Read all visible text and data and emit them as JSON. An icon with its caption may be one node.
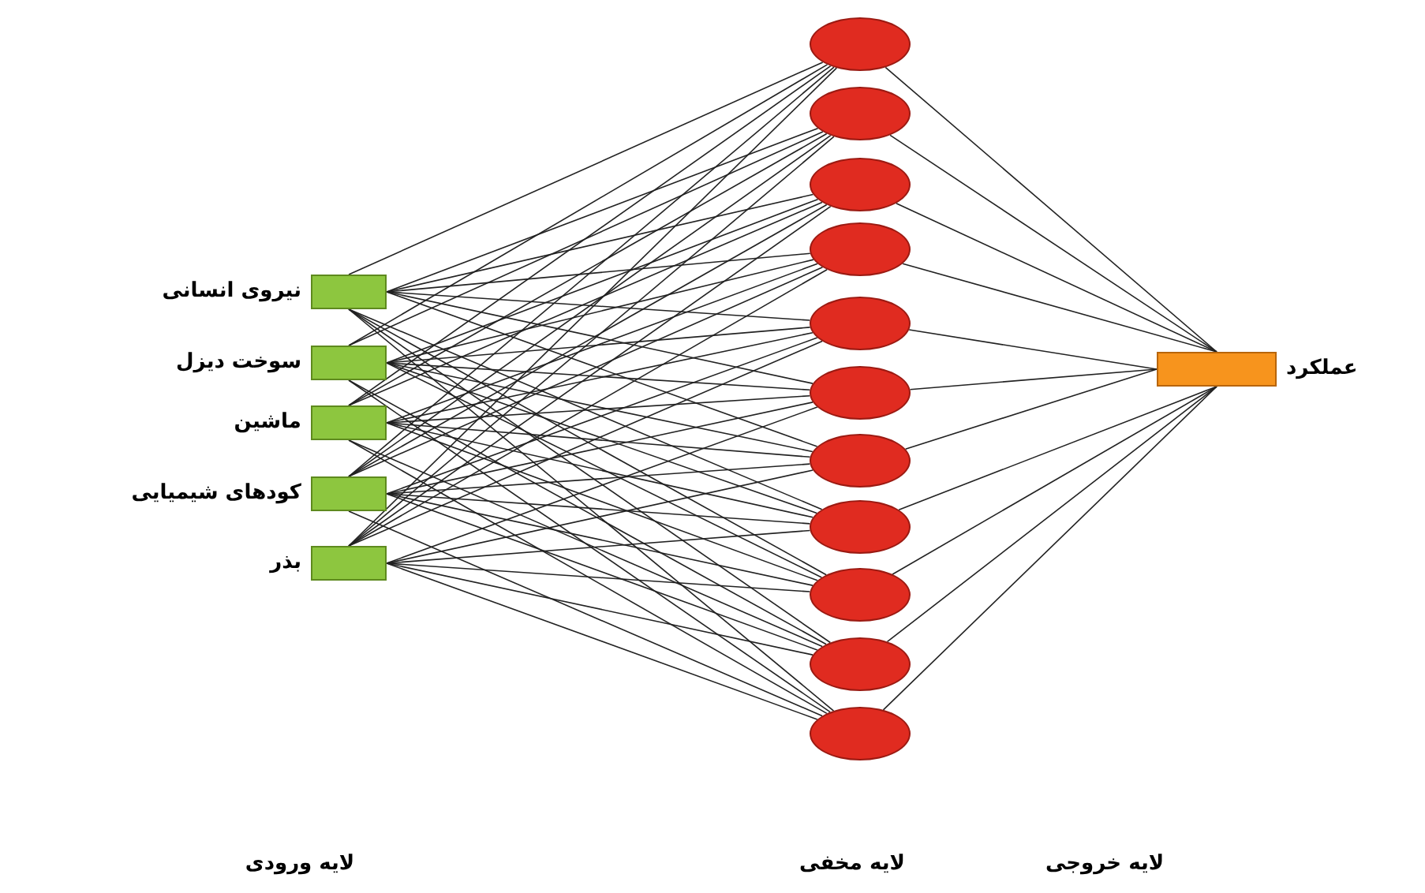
{
  "diagram": {
    "nodes": [
      {
        "text": [
          "نیروی انسانی"
        ]
      },
      {
        "text": [
          "سوخت دیزل"
        ]
      },
      {
        "text": [
          "ماشین"
        ]
      },
      {
        "text": [
          "کودهای شیمیایی"
        ]
      },
      {
        "text": [
          "بذر"
        ]
      },
      {
        "text": [],
        "shape": "ellipse"
      },
      {
        "text": [],
        "shape": "ellipse"
      },
      {
        "text": [],
        "shape": "ellipse"
      },
      {
        "text": [],
        "shape": "ellipse"
      },
      {
        "text": [],
        "shape": "ellipse"
      },
      {
        "text": [],
        "shape": "ellipse"
      },
      {
        "text": [],
        "shape": "ellipse"
      },
      {
        "text": [],
        "shape": "ellipse"
      },
      {
        "text": [],
        "shape": "ellipse"
      },
      {
        "text": [],
        "shape": "ellipse"
      },
      {
        "text": [],
        "shape": "ellipse"
      },
      {
        "text": [
          "عملکرد"
        ]
      }
    ],
    "edges": [
      {
        "from": 0,
        "to": 5,
        "arrow": "none"
      },
      {
        "from": 0,
        "to": 6,
        "arrow": "none"
      },
      {
        "from": 0,
        "to": 7,
        "arrow": "none"
      },
      {
        "from": 0,
        "to": 8,
        "arrow": "none"
      },
      {
        "from": 0,
        "to": 9,
        "arrow": "none"
      },
      {
        "from": 0,
        "to": 10,
        "arrow": "none"
      },
      {
        "from": 0,
        "to": 11,
        "arrow": "none"
      },
      {
        "from": 0,
        "to": 12,
        "arrow": "none"
      },
      {
        "from": 0,
        "to": 13,
        "arrow": "none"
      },
      {
        "from": 0,
        "to": 14,
        "arrow": "none"
      },
      {
        "from": 0,
        "to": 15,
        "arrow": "none"
      },
      {
        "from": 1,
        "to": 5,
        "arrow": "none"
      },
      {
        "from": 1,
        "to": 6,
        "arrow": "none"
      },
      {
        "from": 1,
        "to": 7,
        "arrow": "none"
      },
      {
        "from": 1,
        "to": 8,
        "arrow": "none"
      },
      {
        "from": 1,
        "to": 9,
        "arrow": "none"
      },
      {
        "from": 1,
        "to": 10,
        "arrow": "none"
      },
      {
        "from": 1,
        "to": 11,
        "arrow": "none"
      },
      {
        "from": 1,
        "to": 12,
        "arrow": "none"
      },
      {
        "from": 1,
        "to": 13,
        "arrow": "none"
      },
      {
        "from": 1,
        "to": 14,
        "arrow": "none"
      },
      {
        "from": 1,
        "to": 15,
        "arrow": "none"
      },
      {
        "from": 2,
        "to": 5,
        "arrow": "none"
      },
      {
        "from": 2,
        "to": 6,
        "arrow": "none"
      },
      {
        "from": 2,
        "to": 7,
        "arrow": "none"
      },
      {
        "from": 2,
        "to": 8,
        "arrow": "none"
      },
      {
        "from": 2,
        "to": 9,
        "arrow": "none"
      },
      {
        "from": 2,
        "to": 10,
        "arrow": "none"
      },
      {
        "from": 2,
        "to": 11,
        "arrow": "none"
      },
      {
        "from": 2,
        "to": 12,
        "arrow": "none"
      },
      {
        "from": 2,
        "to": 13,
        "arrow": "none"
      },
      {
        "from": 2,
        "to": 14,
        "arrow": "none"
      },
      {
        "from": 2,
        "to": 15,
        "arrow": "none"
      },
      {
        "from": 3,
        "to": 5,
        "arrow": "none"
      },
      {
        "from": 3,
        "to": 6,
        "arrow": "none"
      },
      {
        "from": 3,
        "to": 7,
        "arrow": "none"
      },
      {
        "from": 3,
        "to": 8,
        "arrow": "none"
      },
      {
        "from": 3,
        "to": 9,
        "arrow": "none"
      },
      {
        "from": 3,
        "to": 10,
        "arrow": "none"
      },
      {
        "from": 3,
        "to": 11,
        "arrow": "none"
      },
      {
        "from": 3,
        "to": 12,
        "arrow": "none"
      },
      {
        "from": 3,
        "to": 13,
        "arrow": "none"
      },
      {
        "from": 3,
        "to": 14,
        "arrow": "none"
      },
      {
        "from": 3,
        "to": 15,
        "arrow": "none"
      },
      {
        "from": 4,
        "to": 5,
        "arrow": "none"
      },
      {
        "from": 4,
        "to": 6,
        "arrow": "none"
      },
      {
        "from": 4,
        "to": 7,
        "arrow": "none"
      },
      {
        "from": 4,
        "to": 8,
        "arrow": "none"
      },
      {
        "from": 4,
        "to": 9,
        "arrow": "none"
      },
      {
        "from": 4,
        "to": 10,
        "arrow": "none"
      },
      {
        "from": 4,
        "to": 11,
        "arrow": "none"
      },
      {
        "from": 4,
        "to": 12,
        "arrow": "none"
      },
      {
        "from": 4,
        "to": 13,
        "arrow": "none"
      },
      {
        "from": 4,
        "to": 14,
        "arrow": "none"
      },
      {
        "from": 4,
        "to": 15,
        "arrow": "none"
      },
      {
        "from": 5,
        "to": 16,
        "arrow": "none"
      },
      {
        "from": 6,
        "to": 16,
        "arrow": "none"
      },
      {
        "from": 7,
        "to": 16,
        "arrow": "none"
      },
      {
        "from": 8,
        "to": 16,
        "arrow": "none"
      },
      {
        "from": 9,
        "to": 16,
        "arrow": "none"
      },
      {
        "from": 10,
        "to": 16,
        "arrow": "none"
      },
      {
        "from": 11,
        "to": 16,
        "arrow": "none"
      },
      {
        "from": 12,
        "to": 16,
        "arrow": "none"
      },
      {
        "from": 13,
        "to": 16,
        "arrow": "none"
      },
      {
        "from": 14,
        "to": 16,
        "arrow": "none"
      },
      {
        "from": 15,
        "to": 16,
        "arrow": "none"
      }
    ],
    "labels": [
      "لایه ورودی",
      "لایه مخفی",
      "لایه خروجی"
    ]
  }
}
